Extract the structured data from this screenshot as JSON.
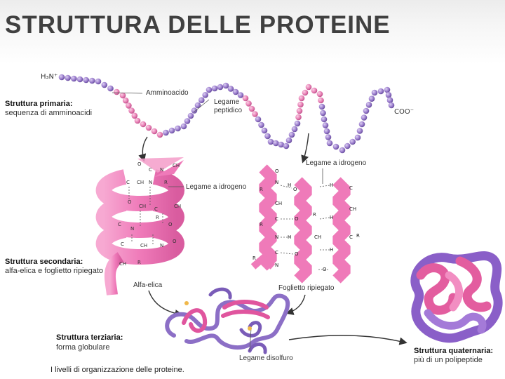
{
  "title": "STRUTTURA DELLE PROTEINE",
  "labels": {
    "h3n": "H₃N⁺",
    "amminoacido": "Amminoacido",
    "legame_peptidico_1": "Legame",
    "legame_peptidico_2": "peptidico",
    "coo": "COO⁻",
    "primaria_title": "Struttura primaria:",
    "primaria_desc": "sequenza di amminoacidi",
    "legame_idrogeno_helix": "Legame a idrogeno",
    "legame_idrogeno_sheet": "Legame a idrogeno",
    "secondaria_title": "Struttura secondaria:",
    "secondaria_desc": "alfa-elica e foglietto ripiegato",
    "alfa_elica": "Alfa-elica",
    "foglietto": "Foglietto ripiegato",
    "terziaria_title": "Struttura terziaria:",
    "terziaria_desc": "forma globulare",
    "disolfuro": "Legame disolfuro",
    "quaternaria_title": "Struttura quaternaria:",
    "quaternaria_desc": "più di un polipeptide",
    "caption": "I livelli di organizzazione delle proteine."
  },
  "colors": {
    "pink": "#e97fb4",
    "pink_dark": "#c94f8e",
    "purple": "#9a7ccc",
    "purple_dark": "#6b4fa6",
    "ribbon": "#f48cc4",
    "arrow": "#333333"
  }
}
